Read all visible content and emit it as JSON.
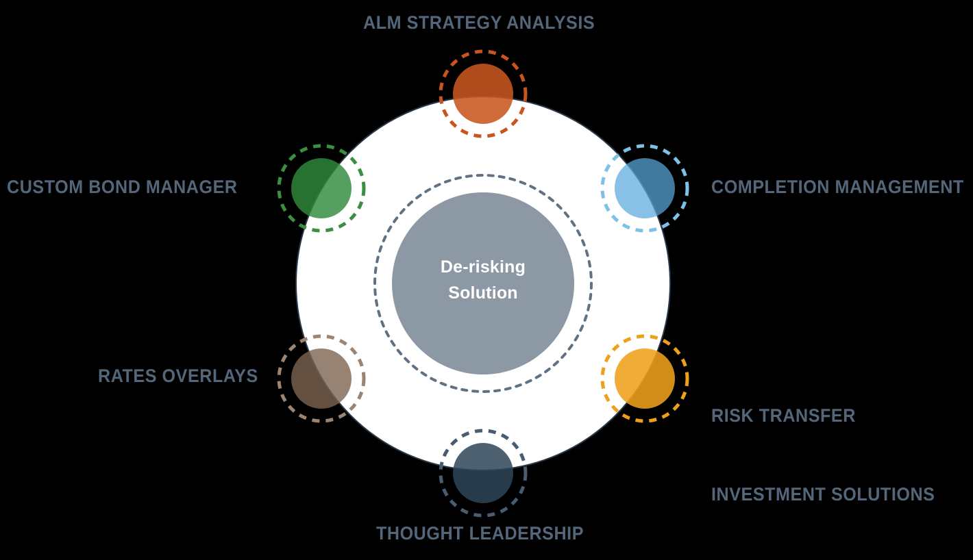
{
  "diagram": {
    "type": "radial-hub-and-spoke",
    "background_color": "#000000",
    "center": {
      "title_line_1": "De-risking",
      "title_line_2": "Solution",
      "fill_color": "#8c98a4",
      "text_color": "#ffffff",
      "ring_color": "#5f7183",
      "ring_style": "dashed"
    },
    "outer_disc": {
      "fill_color": "#ffffff",
      "stroke_color": "#2b3a4a"
    },
    "label_color": "#54677a",
    "nodes": [
      {
        "id": "alm-strategy-analysis",
        "label": "ALM STRATEGY ANALYSIS",
        "label_lines": [
          "ALM STRATEGY ANALYSIS"
        ],
        "color": "#c8551f",
        "ring_color": "#c8551f",
        "position": "top",
        "angle_deg": -90
      },
      {
        "id": "custom-bond-manager",
        "label": "CUSTOM BOND MANAGER",
        "label_lines": [
          "CUSTOM BOND MANAGER"
        ],
        "color": "#2f8a3c",
        "ring_color": "#3b8f43",
        "position": "upper-left",
        "angle_deg": -150
      },
      {
        "id": "completion-management",
        "label": "COMPLETION MANAGEMENT",
        "label_lines": [
          "COMPLETION MANAGEMENT"
        ],
        "color": "#5aa9dd",
        "ring_color": "#7ec0e8",
        "position": "upper-right",
        "angle_deg": -30
      },
      {
        "id": "rates-overlays",
        "label": "RATES OVERLAYS",
        "label_lines": [
          "RATES OVERLAYS"
        ],
        "color": "#7d6450",
        "ring_color": "#9c8472",
        "position": "lower-left",
        "angle_deg": 150
      },
      {
        "id": "risk-transfer-investment-solutions",
        "label": "RISK TRANSFER INVESTMENT SOLUTIONS",
        "label_lines": [
          "RISK TRANSFER",
          "INVESTMENT SOLUTIONS"
        ],
        "color": "#eea01a",
        "ring_color": "#eea01a",
        "position": "lower-right",
        "angle_deg": 30
      },
      {
        "id": "thought-leadership",
        "label": "THOUGHT LEADERSHIP",
        "label_lines": [
          "THOUGHT LEADERSHIP"
        ],
        "color": "#2f4558",
        "ring_color": "#4a5d70",
        "position": "bottom",
        "angle_deg": 90
      }
    ]
  },
  "labels": {
    "top": "ALM STRATEGY ANALYSIS",
    "left_upper": "CUSTOM BOND MANAGER",
    "right_upper": "COMPLETION MANAGEMENT",
    "left_lower": "RATES OVERLAYS",
    "right_lower_line1": "RISK TRANSFER",
    "right_lower_line2": "INVESTMENT SOLUTIONS",
    "bottom": "THOUGHT LEADERSHIP"
  },
  "center": {
    "line1": "De-risking",
    "line2": "Solution"
  }
}
